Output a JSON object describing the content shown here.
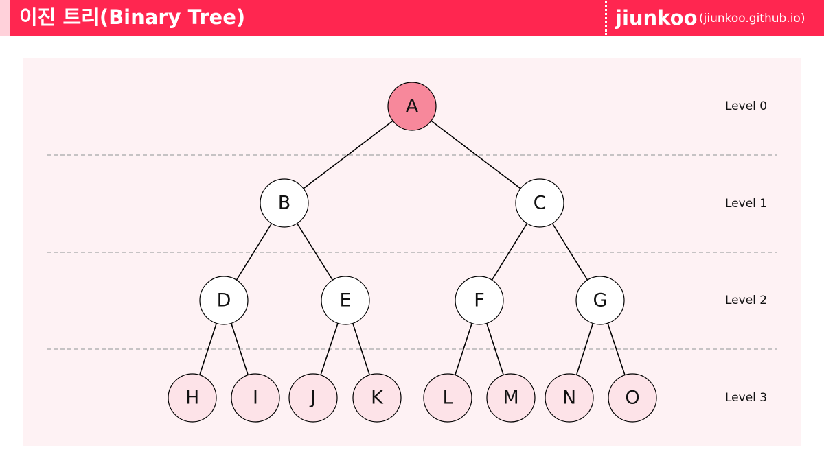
{
  "header": {
    "title": "이진 트리(Binary Tree)",
    "brand": "jiunkoo",
    "url": "(jiunkoo.github.io)"
  },
  "levels": [
    "Level 0",
    "Level 1",
    "Level 2",
    "Level 3"
  ],
  "nodes": [
    "A",
    "B",
    "C",
    "D",
    "E",
    "F",
    "G",
    "H",
    "I",
    "J",
    "K",
    "L",
    "M",
    "N",
    "O"
  ],
  "colors": {
    "header_bg": "#ff2650",
    "root_fill": "#f7889b",
    "internal_fill": "#ffffff",
    "leaf_fill": "#fde3e8",
    "panel_bg": "#fef2f4"
  }
}
